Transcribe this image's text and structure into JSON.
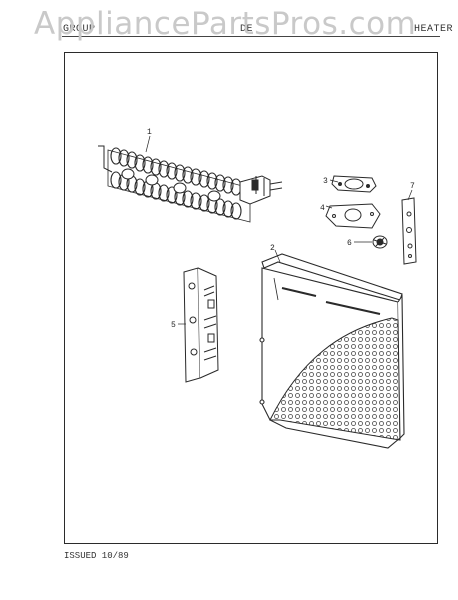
{
  "watermark": "AppliancePartsPros.com",
  "header": {
    "left": "GROUP",
    "middle": "DE",
    "right": "HEATER"
  },
  "callouts": {
    "part_1": "1",
    "part_2": "2",
    "part_3": "3",
    "part_4": "4",
    "part_5": "5",
    "part_6": "6",
    "part_7": "7"
  },
  "footer": {
    "issued": "ISSUED 10/89"
  }
}
